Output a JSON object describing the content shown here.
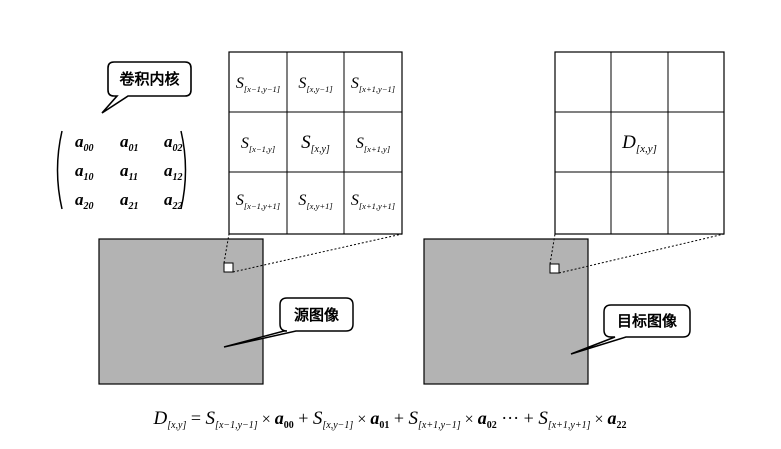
{
  "callouts": {
    "kernel_label": "卷积内核",
    "source_label": "源图像",
    "target_label": "目标图像"
  },
  "kernel": {
    "rows": [
      [
        {
          "base": "a",
          "sub": "00"
        },
        {
          "base": "a",
          "sub": "01"
        },
        {
          "base": "a",
          "sub": "02"
        }
      ],
      [
        {
          "base": "a",
          "sub": "10"
        },
        {
          "base": "a",
          "sub": "11"
        },
        {
          "base": "a",
          "sub": "12"
        }
      ],
      [
        {
          "base": "a",
          "sub": "20"
        },
        {
          "base": "a",
          "sub": "21"
        },
        {
          "base": "a",
          "sub": "22"
        }
      ]
    ]
  },
  "source_grid": {
    "cells": [
      [
        {
          "base": "S",
          "sub": "[x−1,y−1]"
        },
        {
          "base": "S",
          "sub": "[x,y−1]"
        },
        {
          "base": "S",
          "sub": "[x+1,y−1]"
        }
      ],
      [
        {
          "base": "S",
          "sub": "[x−1,y]"
        },
        {
          "base": "S",
          "sub": "[x,y]"
        },
        {
          "base": "S",
          "sub": "[x+1,y]"
        }
      ],
      [
        {
          "base": "S",
          "sub": "[x−1,y+1]"
        },
        {
          "base": "S",
          "sub": "[x,y+1]"
        },
        {
          "base": "S",
          "sub": "[x+1,y+1]"
        }
      ]
    ]
  },
  "target_grid": {
    "center": {
      "base": "D",
      "sub": "[x,y]"
    }
  },
  "formula": {
    "lhs": {
      "base": "D",
      "sub": "[x,y]"
    },
    "equals": "=",
    "times": "×",
    "plus": "+",
    "ellipsis": "···",
    "terms": [
      {
        "s": "S",
        "s_sub": "[x−1,y−1]",
        "a": "a",
        "a_sub": "00"
      },
      {
        "s": "S",
        "s_sub": "[x,y−1]",
        "a": "a",
        "a_sub": "01"
      },
      {
        "s": "S",
        "s_sub": "[x+1,y−1]",
        "a": "a",
        "a_sub": "02"
      },
      {
        "s": "S",
        "s_sub": "[x+1,y+1]",
        "a": "a",
        "a_sub": "22"
      }
    ]
  },
  "colors": {
    "image_fill": "#b3b3b3",
    "stroke": "#000000",
    "background": "#ffffff"
  }
}
